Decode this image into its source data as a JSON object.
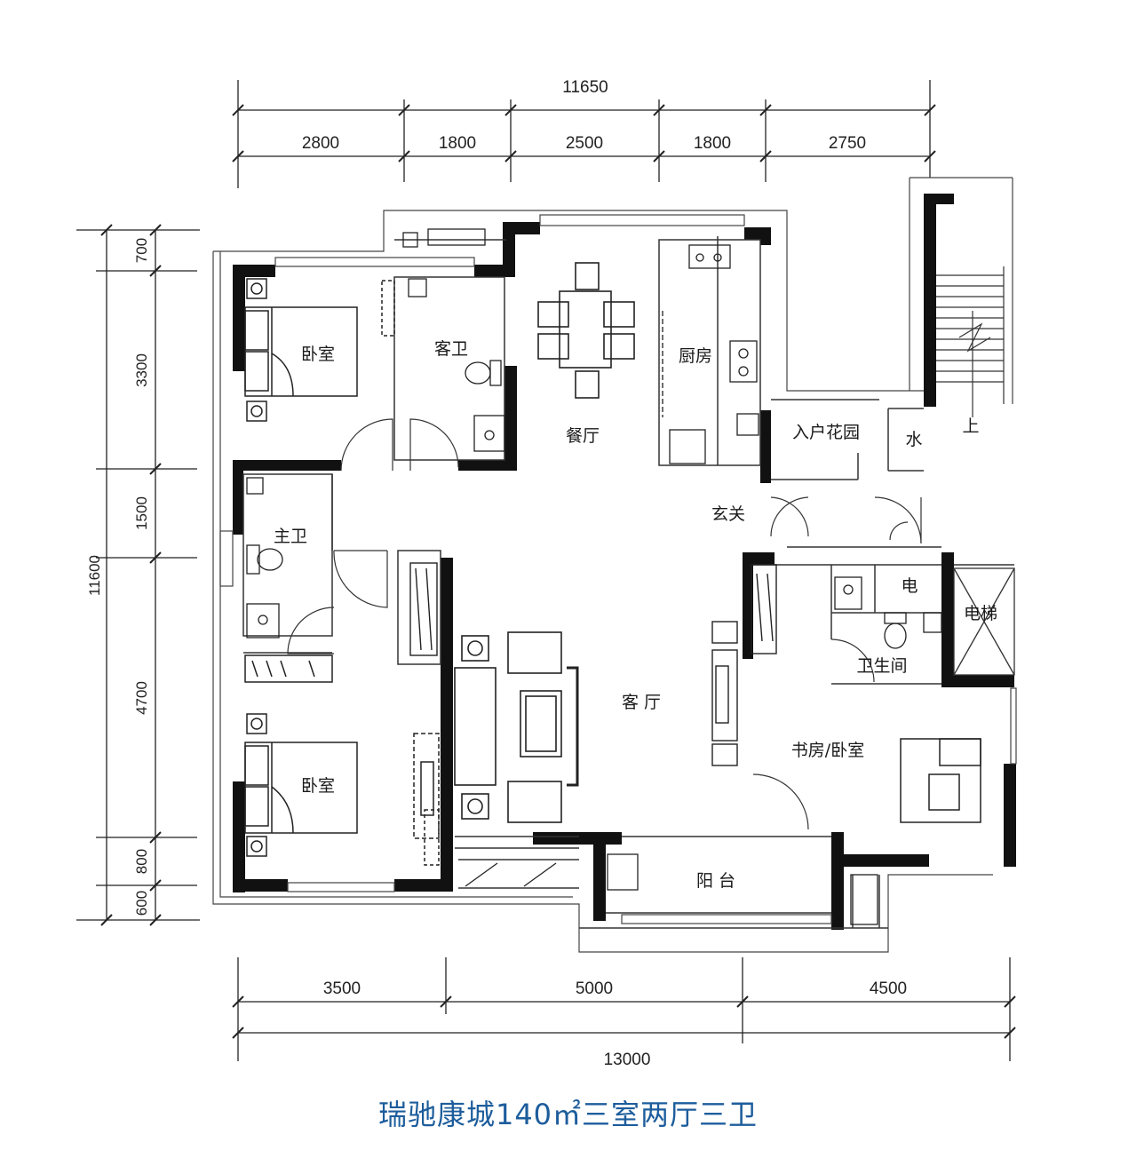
{
  "dimensions": {
    "top_total": "11650",
    "top": [
      "2800",
      "1800",
      "2500",
      "1800",
      "2750"
    ],
    "left_total": "11600",
    "left": [
      "700",
      "3300",
      "1500",
      "4700",
      "800",
      "600"
    ],
    "bottom": [
      "3500",
      "5000",
      "4500"
    ],
    "bottom_total": "13000"
  },
  "rooms": {
    "bedroom_top": "卧室",
    "guest_bath": "客卫",
    "dining": "餐厅",
    "kitchen": "厨房",
    "entry_garden": "入户花园",
    "water": "水",
    "stair_up": "上",
    "foyer": "玄关",
    "master_bath": "主卫",
    "electric": "电",
    "elevator": "电梯",
    "bathroom": "卫生间",
    "living": "客 厅",
    "study": "书房/卧室",
    "bedroom_bottom": "卧室",
    "balcony": "阳 台"
  },
  "caption": {
    "name": "瑞驰康城",
    "area": "140㎡",
    "layout": "三室两厅三卫"
  },
  "colors": {
    "wall": "#111111",
    "line": "#333333",
    "caption": "#1d5d9c"
  }
}
